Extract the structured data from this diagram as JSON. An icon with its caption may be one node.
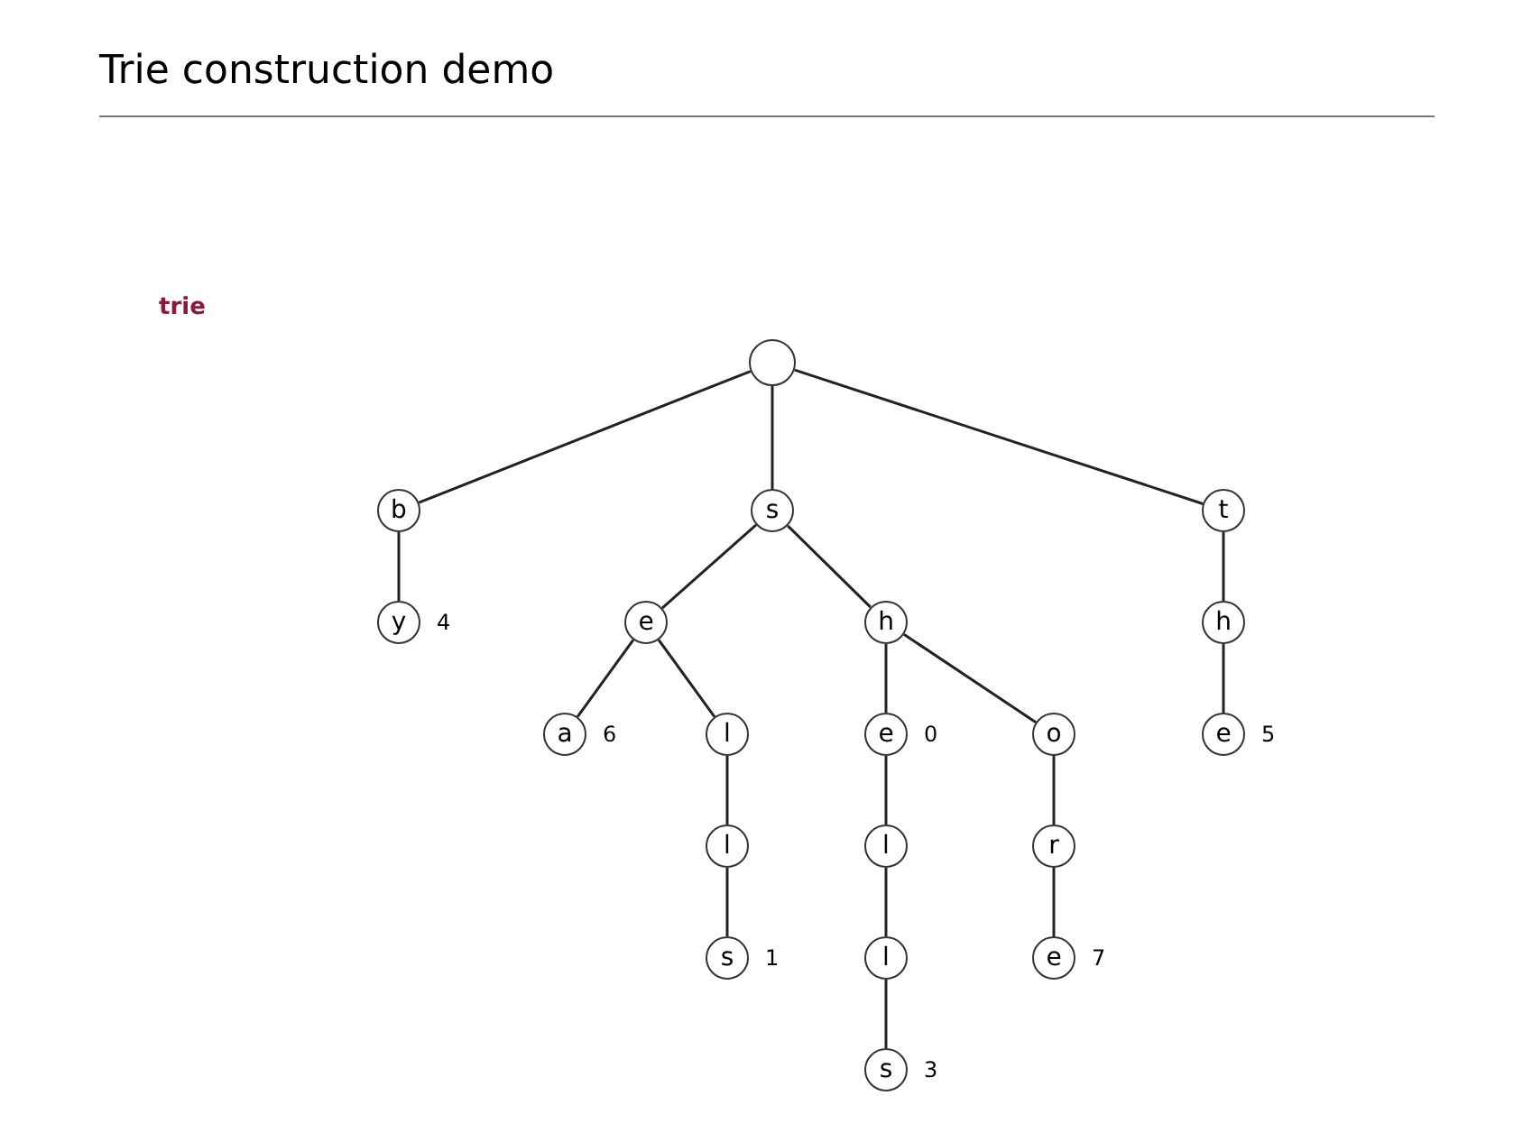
{
  "diagram": {
    "title": "Trie construction demo",
    "nodes": [
      {
        "text": [],
        "shape": "circle"
      },
      {
        "text": [
          "b"
        ]
      },
      {
        "text": [
          "y"
        ],
        "beside": [
          "4"
        ]
      },
      {
        "text": [
          "s"
        ]
      },
      {
        "text": [
          "e"
        ]
      },
      {
        "text": [
          "a"
        ],
        "beside": [
          "6"
        ]
      },
      {
        "text": [
          "l"
        ]
      },
      {
        "text": [
          "l"
        ]
      },
      {
        "text": [
          "s"
        ],
        "beside": [
          "1"
        ]
      },
      {
        "text": [
          "h"
        ]
      },
      {
        "text": [
          "e"
        ],
        "beside": [
          "0"
        ]
      },
      {
        "text": [
          "l"
        ]
      },
      {
        "text": [
          "l"
        ]
      },
      {
        "text": [
          "s"
        ],
        "beside": [
          "3"
        ]
      },
      {
        "text": [
          "o"
        ]
      },
      {
        "text": [
          "r"
        ]
      },
      {
        "text": [
          "e"
        ],
        "beside": [
          "7"
        ]
      },
      {
        "text": [
          "t"
        ]
      },
      {
        "text": [
          "h"
        ]
      },
      {
        "text": [
          "e"
        ],
        "beside": [
          "5"
        ]
      }
    ],
    "edges": [
      {
        "from": 0,
        "to": 1,
        "arrow": "none"
      },
      {
        "from": 1,
        "to": 2,
        "arrow": "none"
      },
      {
        "from": 0,
        "to": 3,
        "arrow": "none"
      },
      {
        "from": 3,
        "to": 4,
        "arrow": "none"
      },
      {
        "from": 4,
        "to": 5,
        "arrow": "none"
      },
      {
        "from": 4,
        "to": 6,
        "arrow": "none"
      },
      {
        "from": 6,
        "to": 7,
        "arrow": "none"
      },
      {
        "from": 7,
        "to": 8,
        "arrow": "none"
      },
      {
        "from": 3,
        "to": 9,
        "arrow": "none"
      },
      {
        "from": 9,
        "to": 10,
        "arrow": "none"
      },
      {
        "from": 10,
        "to": 11,
        "arrow": "none"
      },
      {
        "from": 11,
        "to": 12,
        "arrow": "none"
      },
      {
        "from": 12,
        "to": 13,
        "arrow": "none"
      },
      {
        "from": 9,
        "to": 14,
        "arrow": "none"
      },
      {
        "from": 14,
        "to": 15,
        "arrow": "none"
      },
      {
        "from": 15,
        "to": 16,
        "arrow": "none"
      },
      {
        "from": 0,
        "to": 17,
        "arrow": "none"
      },
      {
        "from": 17,
        "to": 18,
        "arrow": "none"
      },
      {
        "from": 18,
        "to": 19,
        "arrow": "none"
      }
    ],
    "labels": [
      "trie"
    ]
  }
}
